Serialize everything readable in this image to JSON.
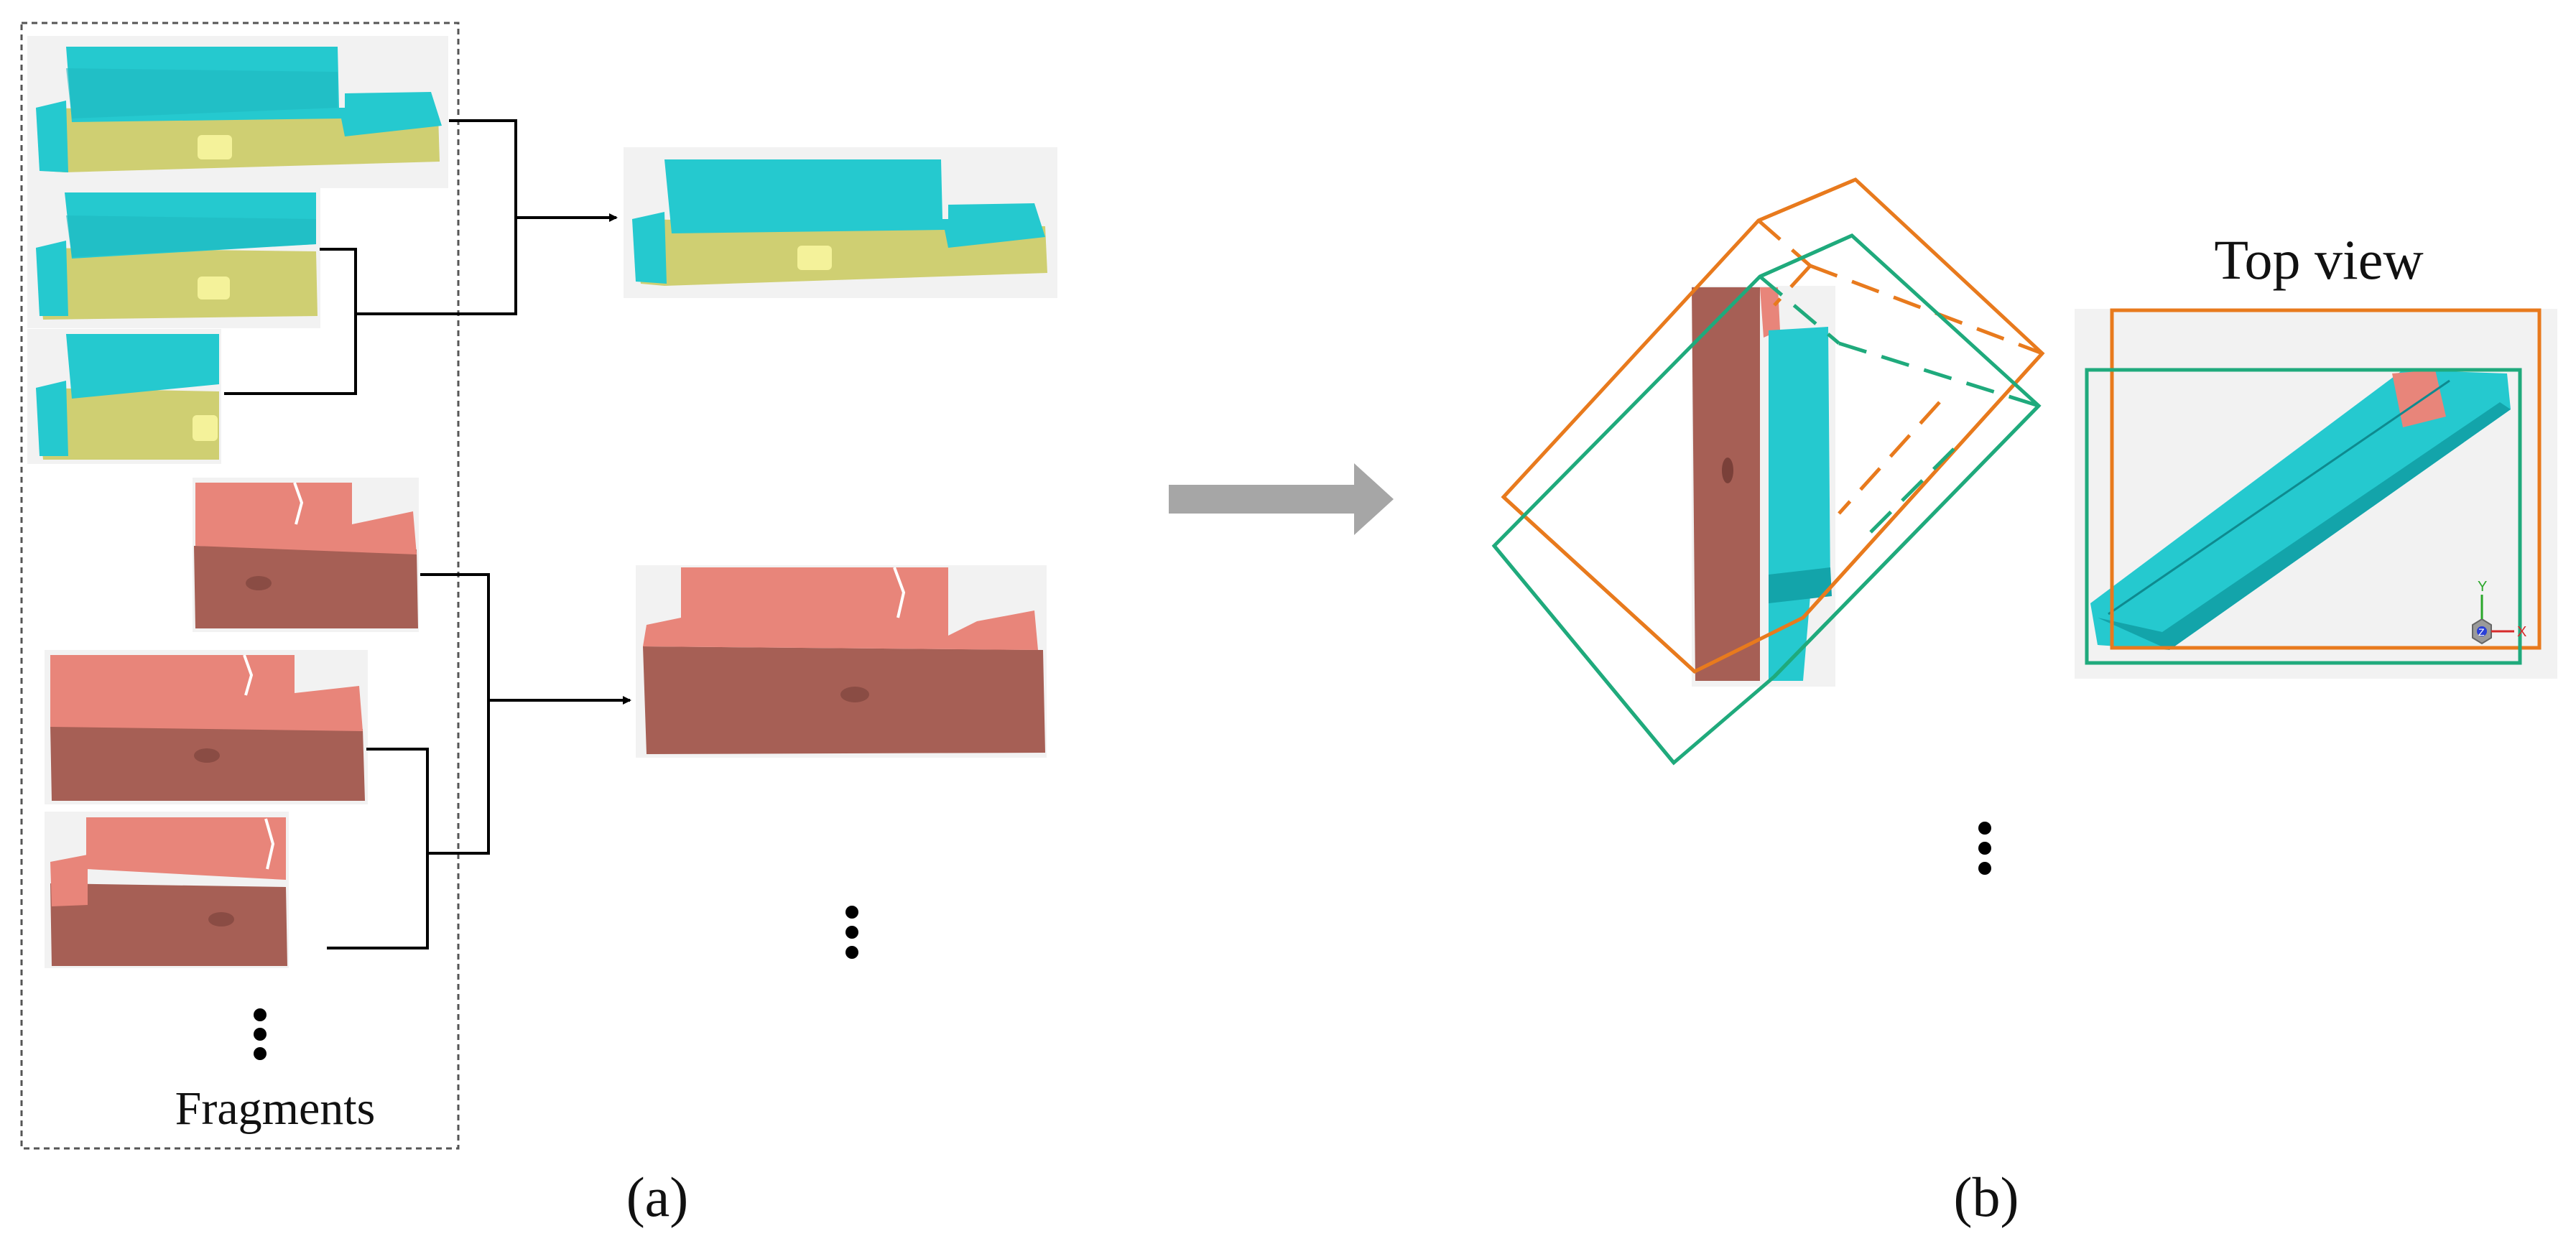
{
  "figure": {
    "panel_a_label": "(a)",
    "panel_b_label": "(b)",
    "fragments_label": "Fragments",
    "top_view_label": "Top view",
    "axis_y_label": "Y",
    "axis_x_label": "X",
    "axis_z_label": "Z"
  },
  "colors": {
    "cyan_mesh": "#25c9cf",
    "cyan_dark": "#13a4aa",
    "yellow_mesh": "#cfcf72",
    "yellow_dark": "#b8b85a",
    "salmon_mesh": "#e8857a",
    "brown_mesh": "#a65f55",
    "brown_dark": "#8a4c44",
    "orange_box": "#e87a1d",
    "green_box": "#1faa7c",
    "gray_arrow": "#a6a6a6",
    "panel_bg": "#f2f2f2"
  }
}
